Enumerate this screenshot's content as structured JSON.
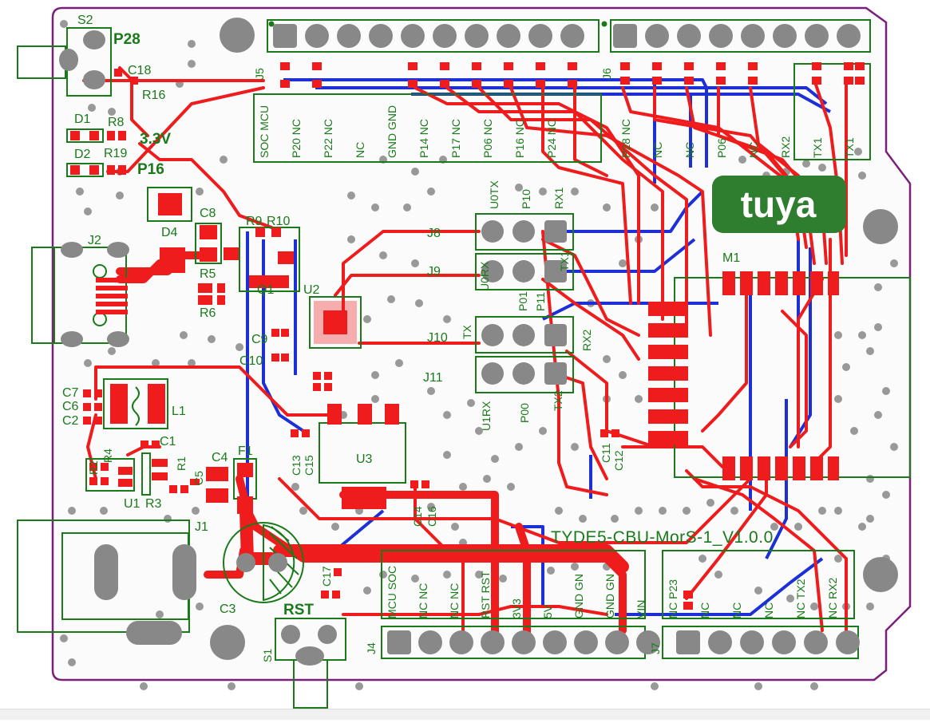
{
  "board": {
    "version_label": "TYDE5-CBU-MorS-1_V1.0.0",
    "logo_text": "tuya"
  },
  "colors": {
    "top_copper": "#ee1c1c",
    "bottom_copper": "#1d2fd6",
    "silkscreen": "#1a7a1a",
    "pad": "#888888",
    "board_outline": "#7a1f7a",
    "logo_fill": "#2f7d2f"
  },
  "modules": {
    "m1": "M1",
    "u1": "U1",
    "u2": "U2",
    "u3": "U3",
    "l1": "L1",
    "j11": "J11",
    "rst": "RST",
    "s1": "S1",
    "s2": "S2",
    "p28": "P28",
    "p16": "P16",
    "v33": "3.3V",
    "c3": "C3"
  },
  "connectors": {
    "j1": "J1",
    "j2": "J2",
    "j4": "J4",
    "j5": "J5",
    "j6": "J6",
    "j7": "J7",
    "j8": "J8",
    "j9": "J9",
    "j10": "J10"
  },
  "components": {
    "c1": "C1",
    "c2": "C2",
    "c4": "C4",
    "c5": "C5",
    "c6": "C6",
    "c7": "C7",
    "c8": "C8",
    "c9": "C9",
    "c10": "C10",
    "c11": "C11",
    "c12": "C12",
    "c13": "C13",
    "c14": "C14",
    "c15": "C15",
    "c16": "C16",
    "c17": "C17",
    "c18": "C18",
    "r1": "R1",
    "r2": "R2",
    "r3": "R3",
    "r4": "R4",
    "r5": "R5",
    "r6": "R6",
    "r8": "R8",
    "r9": "R9",
    "r10": "R10",
    "r16": "R16",
    "r19": "R19",
    "d1": "D1",
    "d2": "D2",
    "d4": "D4",
    "f1": "F1",
    "q1": "Q1"
  },
  "header_j5_labels": [
    "SOC MCU",
    "P20 NC",
    "P22 NC",
    "NC",
    "GND GND",
    "P14 NC",
    "P17 NC",
    "P06 NC",
    "P16 NC",
    "P24 NC"
  ],
  "header_j6_labels": [
    "P28 NC",
    "NC",
    "NC",
    "P06",
    "NC",
    "RX2",
    "TX1",
    "TX1"
  ],
  "header_j4_labels": [
    "MCU SOC",
    "NC NC",
    "NC NC",
    "RST RST",
    "3V3",
    "5V",
    "GND GN",
    "GND GN",
    "VIN"
  ],
  "header_j7_labels": [
    "NC P23",
    "NC",
    "NC",
    "NC",
    "NC TX2",
    "NC RX2"
  ],
  "uart_block": {
    "row1": [
      "U0TX",
      "P10",
      "RX1"
    ],
    "row2": [
      "U0RX",
      "P11",
      "TX1"
    ],
    "row3": [
      "TX",
      "P01",
      "RX2"
    ],
    "row4": [
      "U1RX",
      "P00",
      "TX2"
    ]
  }
}
